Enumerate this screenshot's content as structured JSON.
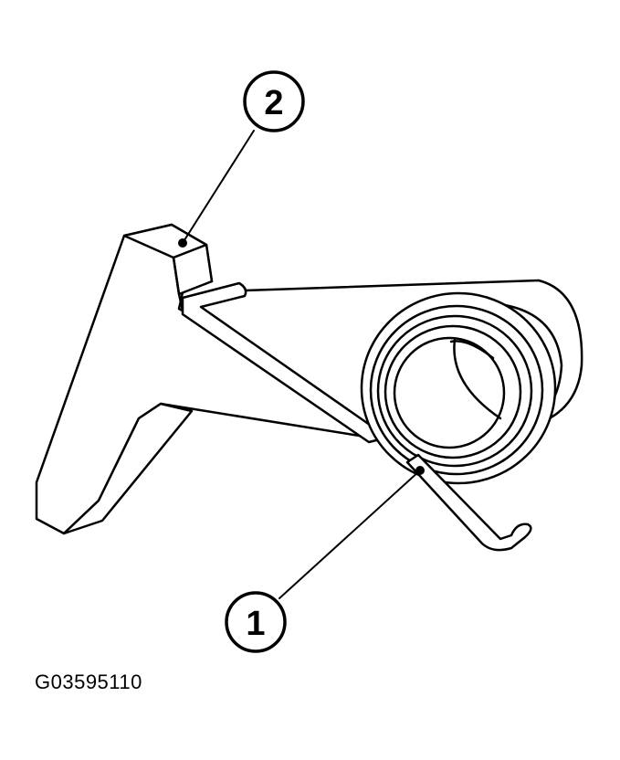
{
  "figure": {
    "code": "G03595110",
    "callouts": [
      {
        "number": "1",
        "target": "spring-coil"
      },
      {
        "number": "2",
        "target": "tensioner-arm-top"
      }
    ]
  },
  "colors": {
    "line": "#000000",
    "background": "#ffffff"
  }
}
